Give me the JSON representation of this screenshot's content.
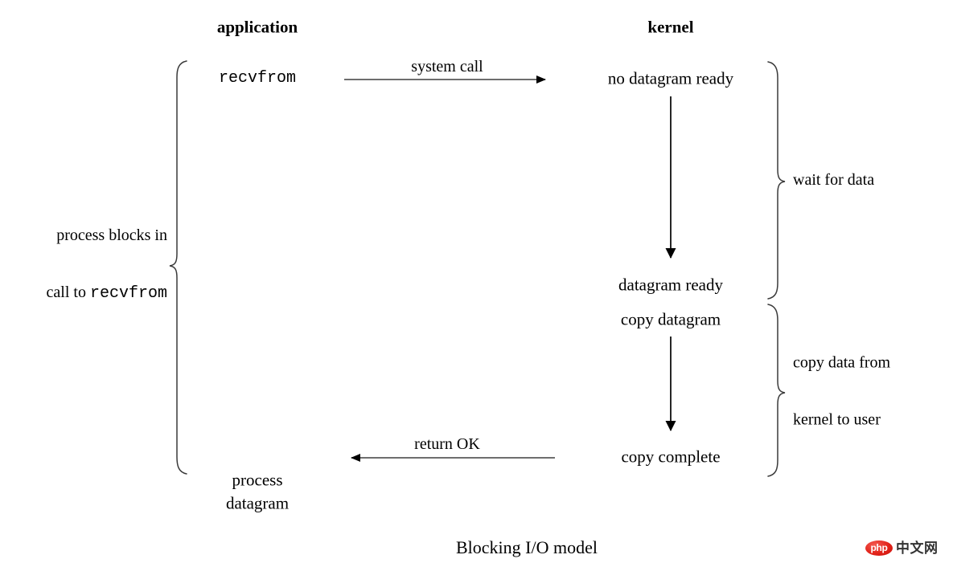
{
  "diagram": {
    "caption": "Blocking I/O model",
    "columns": {
      "application_header": "application",
      "kernel_header": "kernel"
    },
    "application_nodes": {
      "recvfrom": "recvfrom",
      "process_line1": "process",
      "process_line2": "datagram"
    },
    "kernel_nodes": {
      "no_datagram_ready": "no datagram ready",
      "datagram_ready": "datagram ready",
      "copy_datagram": "copy datagram",
      "copy_complete": "copy complete"
    },
    "arrows": {
      "system_call": "system call",
      "return_ok": "return OK"
    },
    "braces": {
      "left_label_line1": "process blocks in",
      "left_label_line2_prefix": "call to ",
      "left_label_line2_code": "recvfrom",
      "wait_for_data": "wait for data",
      "copy_data_line1": "copy data from",
      "copy_data_line2": "kernel to user"
    },
    "watermark": {
      "badge": "php",
      "text": "中文网"
    },
    "colors": {
      "ink": "#000000",
      "line": "#555555",
      "brace": "#3a3a3a",
      "watermark_red": "#e2231a",
      "watermark_text": "#333333",
      "background": "#ffffff"
    }
  }
}
